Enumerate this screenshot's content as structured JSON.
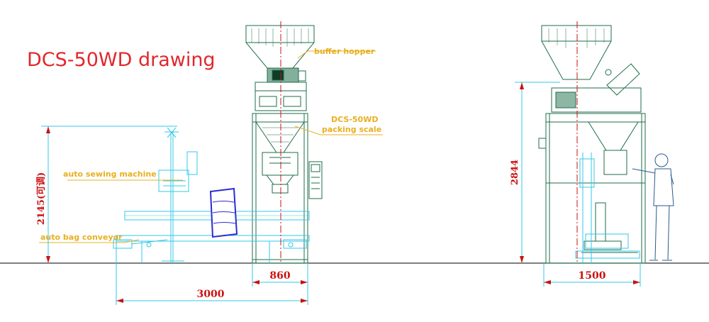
{
  "title": "DCS-50WD drawing",
  "labels": {
    "buffer_hopper": "buffer hopper",
    "packing_scale_line1": "DCS-50WD",
    "packing_scale_line2": "packing scale",
    "auto_sewing_machine": "auto sewing machine",
    "auto_bag_conveyor": "auto bag conveyor"
  },
  "dimensions": {
    "front_height": "2145(可调)",
    "front_width_scale": "860",
    "front_total_length": "3000",
    "side_height": "2844",
    "side_width": "1500"
  },
  "colors": {
    "title": "#e0282c",
    "label": "#e8b020",
    "dimension": "#cc1111",
    "machine": "#1e6e4a",
    "conveyor": "#33c8e8",
    "bag": "#2b2bd6",
    "ground": "#333333"
  }
}
